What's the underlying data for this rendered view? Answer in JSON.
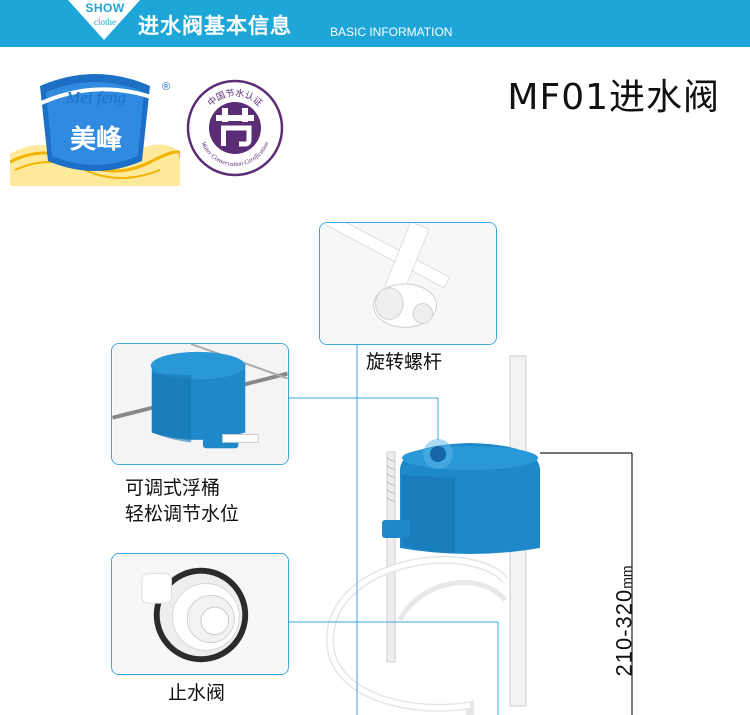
{
  "banner": {
    "show": "SHOW",
    "clothe": "clothe",
    "title": "进水阀基本信息",
    "subtitle": "BASIC INFORMATION"
  },
  "brand": {
    "latin": "Mei feng",
    "chinese": "美峰",
    "registered": "®"
  },
  "certification": {
    "top_text": "中国节水认证",
    "bottom_text": "Water Conservation Certification"
  },
  "product": {
    "model": "MF01进水阀"
  },
  "callouts": {
    "rotating_screw": "旋转螺杆",
    "float_line1": "可调式浮桶",
    "float_line2": "轻松调节水位",
    "stop_valve": "止水阀"
  },
  "dimension": {
    "value": "210-320",
    "unit": "mm"
  },
  "colors": {
    "accent": "#1fa6d9",
    "valve_blue": "#1e88c8",
    "seal_purple": "#5b2d77",
    "callout_border": "#3aa7dd"
  }
}
